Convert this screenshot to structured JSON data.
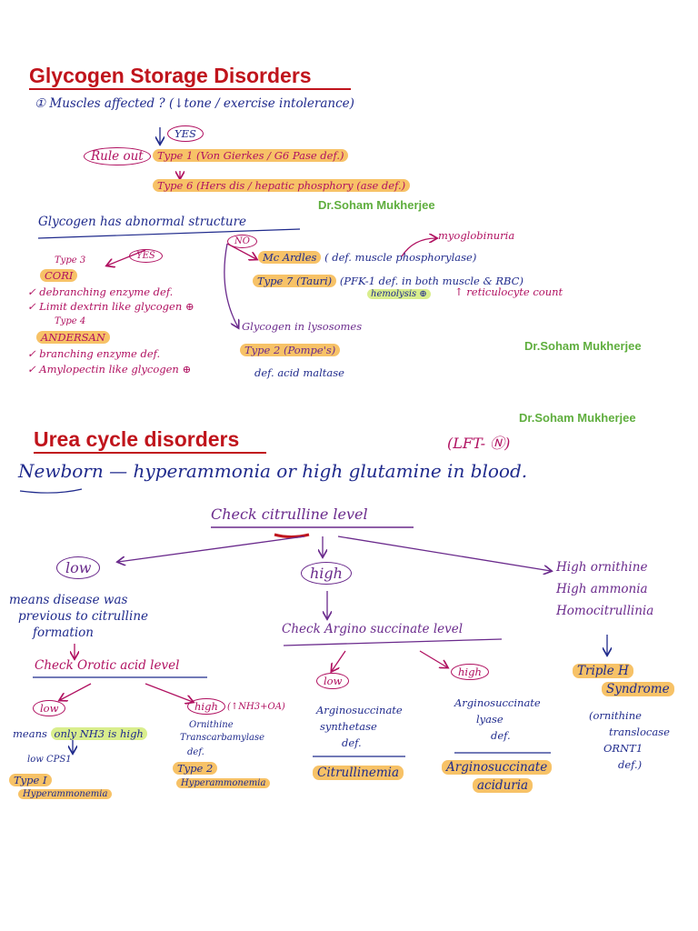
{
  "watermark": "Dr.Soham Mukherjee",
  "gsd": {
    "title": "Glycogen Storage Disorders",
    "q1": "① Muscles affected ? (↓tone / exercise intolerance)",
    "yes": "YES",
    "rule_out": "Rule out",
    "type1": "Type 1 (Von Gierkes / G6 Pase def.)",
    "type6": "Type 6 (Hers dis / hepatic phosphory (ase def.)",
    "abnormal": "Glycogen has abnormal structure",
    "yes2": "YES",
    "no": "NO",
    "type3": "Type 3",
    "cori": "CORI",
    "cori_1": "✓ debranching enzyme def.",
    "cori_2": "✓ Limit dextrin like glycogen ⊕",
    "type4": "Type 4",
    "andersan": "ANDERSAN",
    "and_1": "✓ branching enzyme def.",
    "and_2": "✓ Amylopectin like glycogen ⊕",
    "myoglobinuria": "myoglobinuria",
    "mcardles_tag": "Mc Ardles",
    "mcardles_rest": "( def. muscle phosphorylase)",
    "type7_tag": "Type 7 (Tauri)",
    "type7_rest": "(PFK-1 def. in both muscle & RBC)",
    "hemolysis": "hemolysis ⊕",
    "reticulocyte": "↑ reticulocyte count",
    "lysosomes": "Glycogen in lysosomes",
    "type2": "Type 2 (Pompe's)",
    "acid_maltase": "def. acid maltase"
  },
  "ucd": {
    "title": "Urea cycle disorders",
    "lft": "(LFT- Ⓝ)",
    "newborn": "Newborn — hyperammonia or high glutamine in blood.",
    "check_citrulline": "Check citrulline level",
    "low": "low",
    "high": "high",
    "means_1": "means disease was",
    "means_2": "previous to citrulline",
    "means_3": "formation",
    "check_orotic": "Check Orotic acid level",
    "check_arg": "Check Argino succinate level",
    "high_orn_1": "High ornithine",
    "high_orn_2": "High ammonia",
    "high_orn_3": "Homocitrullinia",
    "low2": "low",
    "high2": "high",
    "nh3_oa": "(↑NH3+OA)",
    "means_only": "means",
    "only_nh3": "only NH3 is high",
    "low_cps": "low CPS1",
    "type1": "Type I",
    "hyper1": "Hyperammonemia",
    "orn_tc_1": "Ornithine",
    "orn_tc_2": "Transcarbamylase",
    "orn_tc_3": "def.",
    "type2": "Type 2",
    "hyper2": "Hyperammonemia",
    "low3": "low",
    "high3": "high",
    "ass_1": "Arginosuccinate",
    "ass_2": "synthetase",
    "ass_3": "def.",
    "asl_1": "Arginosuccinate",
    "asl_2": "lyase",
    "asl_3": "def.",
    "citrullinemia": "Citrullinemia",
    "aciduria_1": "Arginosuccinate",
    "aciduria_2": "aciduria",
    "triple_1": "Triple H",
    "triple_2": "Syndrome",
    "ornt_1": "(ornithine",
    "ornt_2": "translocase",
    "ornt_3": "ORNT1",
    "ornt_4": "def.)"
  }
}
